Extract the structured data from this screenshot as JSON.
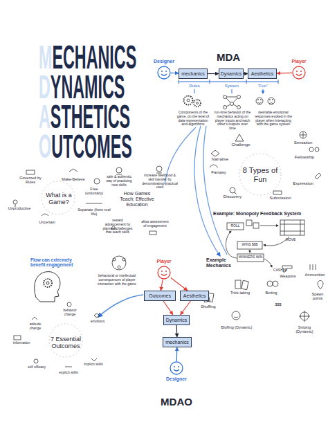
{
  "diagram": {
    "nodes": [
      {
        "text": [
          "Designer"
        ]
      },
      {
        "text": [
          "mechanics"
        ]
      },
      {
        "text": [
          "Dynamics"
        ]
      },
      {
        "text": [
          "Aesthetics"
        ]
      },
      {
        "text": [
          "Player"
        ]
      },
      {
        "text": [
          "Player"
        ]
      },
      {
        "text": [
          "Outcomes"
        ]
      },
      {
        "text": [
          "Aesthetics"
        ]
      },
      {
        "text": [
          "Dynamics"
        ]
      },
      {
        "text": [
          "mechanics"
        ]
      },
      {
        "text": [
          "Designer"
        ]
      }
    ],
    "edges": [
      {
        "from": 0,
        "to": 1,
        "arrow": "to"
      },
      {
        "from": 1,
        "to": 2,
        "arrow": "to"
      },
      {
        "from": 2,
        "to": 3,
        "arrow": "to"
      },
      {
        "from": 4,
        "to": 3,
        "arrow": "to"
      },
      {
        "from": 5,
        "to": 6,
        "arrow": "to"
      },
      {
        "from": 5,
        "to": 7,
        "arrow": "to"
      },
      {
        "from": 6,
        "to": 8,
        "arrow": "to"
      },
      {
        "from": 7,
        "to": 8,
        "arrow": "to"
      },
      {
        "from": 8,
        "to": 9,
        "arrow": "to"
      },
      {
        "from": 10,
        "to": 9,
        "arrow": "to"
      }
    ],
    "labels": [
      "MECHANICS",
      "DYNAMICS",
      "ASTHETICS",
      "OUTCOMES",
      "MDA",
      "Rules",
      "System",
      "\"Fun\"",
      "Components of the game, on the level of data representation and algorithms",
      "run-time behavior of the mechanics acting on player inputs and each other's outputs over time",
      "desirable emotional responses evoked in the player when interacting with the game system",
      "8 Types of Fun",
      "Challenge",
      "Sensation",
      "Narrative",
      "Fellowship",
      "Fantasy",
      "Expression",
      "Discovery",
      "Submission",
      "Example: Monopoly Feedback System",
      "ROLL",
      "MOVE",
      "WINS $$$",
      "WINNERS WIN",
      "CASH IN",
      "Example Mechanics",
      "Shuffling",
      "Trick-taking",
      "Betting",
      "$$$",
      "Bluffing (Dynamic)",
      "Weapons",
      "Ammunition",
      "Spawn points",
      "Sniping (Dynamic)",
      "What is a Game?",
      "Governed by Rules",
      "Make-Believe",
      "Free (voluntary)",
      "Unproductive",
      "Uncertain",
      "Separate (from real life)",
      "How Games Teach: Effective Education",
      "safe & authentic way of practicing new skills",
      "increase likelihood & skill transfer by demonstrating practical uses",
      "reward advancement by planned challenges that teach skills",
      "allow assessment of engagement",
      "Flow can extremely benefit engagement",
      "behavioral or intellectual consequences of player interaction with the game",
      "7 Essential Outcomes",
      "attitude change",
      "behavior change",
      "information",
      "emotions",
      "self efficacy",
      "explicit skills",
      "implicit skills",
      "MDAO"
    ]
  }
}
